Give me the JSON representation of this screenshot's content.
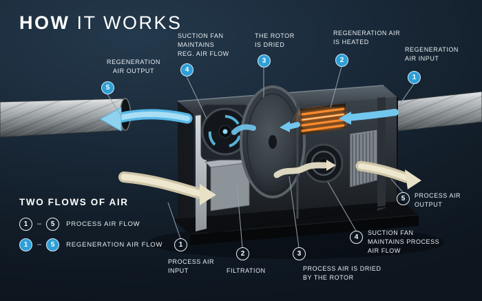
{
  "title": {
    "primary": "HOW",
    "secondary": "IT WORKS"
  },
  "colors": {
    "background": "#152230",
    "accent_blue": "#4db5e6",
    "process_cream": "#e9e1c6",
    "heater_orange": "#ff8c2e"
  },
  "regeneration_callouts": [
    {
      "number": "1",
      "label": "REGENERATION\nAIR INPUT"
    },
    {
      "number": "2",
      "label": "REGENERATION AIR\nIS HEATED"
    },
    {
      "number": "3",
      "label": "THE ROTOR\nIS DRIED"
    },
    {
      "number": "4",
      "label": "SUCTION FAN\nMAINTAINS\nREG. AIR FLOW"
    },
    {
      "number": "5",
      "label": "REGENERATION\nAIR OUTPUT"
    }
  ],
  "process_callouts": [
    {
      "number": "1",
      "label": "PROCESS AIR\nINPUT"
    },
    {
      "number": "2",
      "label": "FILTRATION"
    },
    {
      "number": "3",
      "label": "PROCESS AIR IS DRIED\nBY THE ROTOR"
    },
    {
      "number": "4",
      "label": "SUCTION FAN\nMAINTAINS PROCESS\nAIR FLOW"
    },
    {
      "number": "5",
      "label": "PROCESS AIR\nOUTPUT"
    }
  ],
  "legend": {
    "title": "TWO FLOWS OF AIR",
    "rows": [
      {
        "from": "1",
        "to": "5",
        "label": "PROCESS AIR FLOW",
        "type": "process"
      },
      {
        "from": "1",
        "to": "5",
        "label": "REGENERATION AIR FLOW",
        "type": "regeneration"
      }
    ]
  }
}
